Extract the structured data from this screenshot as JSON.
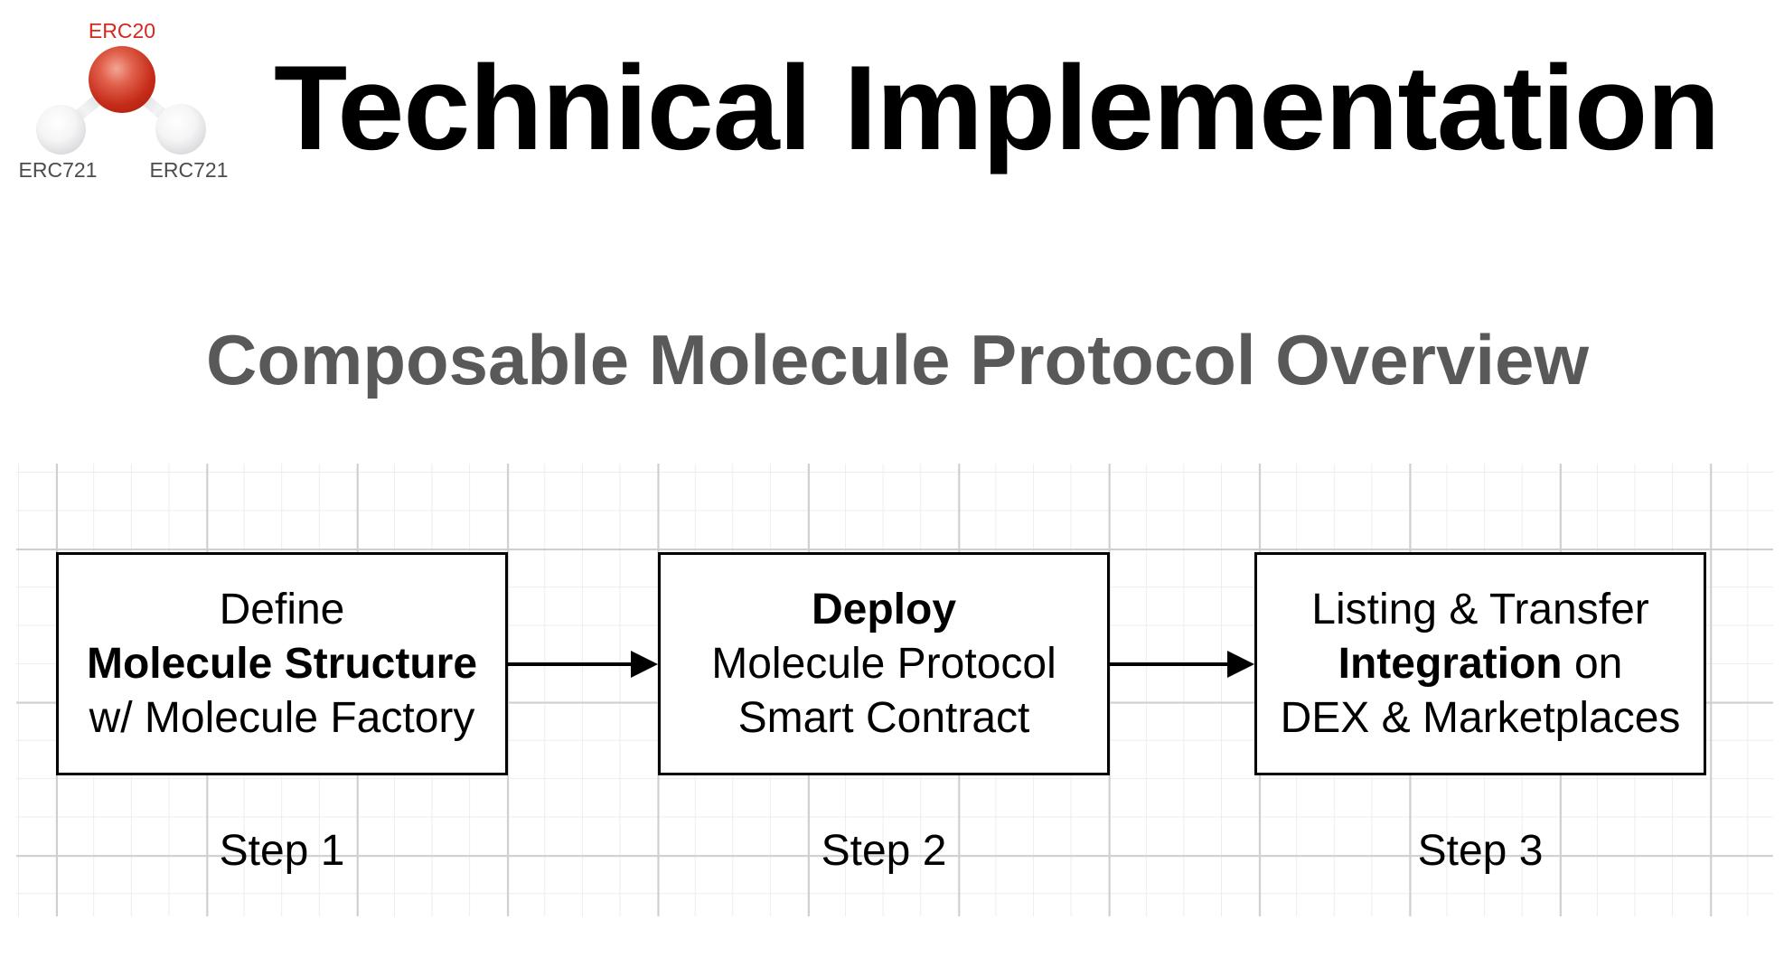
{
  "logo": {
    "top_label": "ERC20",
    "left_label": "ERC721",
    "right_label": "ERC721"
  },
  "header": {
    "title": "Technical Implementation"
  },
  "diagram": {
    "subtitle": "Composable Molecule Protocol Overview",
    "steps": [
      {
        "l1": "Define",
        "l2": "Molecule Structure",
        "l3": "w/ Molecule Factory",
        "caption": "Step 1"
      },
      {
        "l1": "Deploy",
        "l2": "Molecule Protocol",
        "l3": "Smart Contract",
        "caption": "Step 2"
      },
      {
        "l1": "Listing & Transfer",
        "l2a": "Integration",
        "l2b": " on",
        "l3": "DEX & Marketplaces",
        "caption": "Step 3"
      }
    ]
  },
  "colors": {
    "erc20_red": "#d7281f",
    "erc721_gray": "#4c4c4c",
    "subtitle_gray": "#595959",
    "box_border": "#000000",
    "grid_minor": "#ededed",
    "grid_major": "#cfcfcf"
  }
}
